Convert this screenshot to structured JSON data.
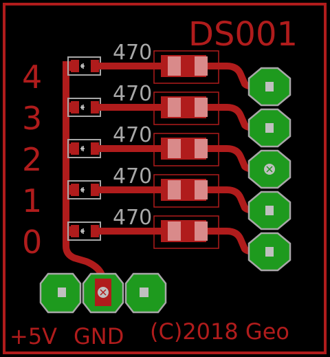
{
  "board": {
    "title": "DS001",
    "copyright": "(C)2018 Geo",
    "outline_color": "#b01c1c",
    "copper_color": "#b01c1c",
    "pad_color": "#1e9a1e",
    "silk_color": "#a8a8a8",
    "text_color": "#b01c1c"
  },
  "channels": [
    {
      "label": "4",
      "resistor": "470"
    },
    {
      "label": "3",
      "resistor": "470"
    },
    {
      "label": "2",
      "resistor": "470"
    },
    {
      "label": "1",
      "resistor": "470"
    },
    {
      "label": "0",
      "resistor": "470"
    }
  ],
  "power_header": {
    "labels": [
      "+5V",
      "GND"
    ]
  }
}
